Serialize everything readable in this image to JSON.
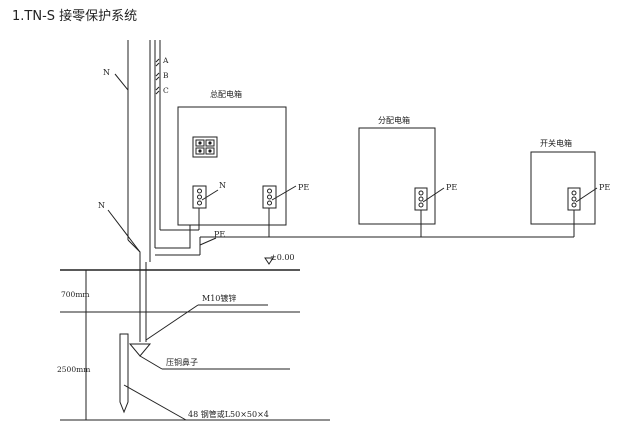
{
  "title": "1.TN-S 接零保护系统",
  "phases": [
    "A",
    "B",
    "C"
  ],
  "labels": {
    "n_top": "N",
    "n_left": "N",
    "n_box": "N",
    "pe_main": "PE",
    "pe_mid": "PE",
    "pe_dist": "PE",
    "pe_switch": "PE",
    "ground_level": "±0.00",
    "depth_700": "700mm",
    "depth_2500": "2500mm",
    "m10": "M10镀锌",
    "copper_nose": "压铜鼻子",
    "steel_pipe": "48 钢管或L50×50×4"
  },
  "boxes": {
    "main": "总配电箱",
    "distribution": "分配电箱",
    "switch": "开关电箱"
  }
}
